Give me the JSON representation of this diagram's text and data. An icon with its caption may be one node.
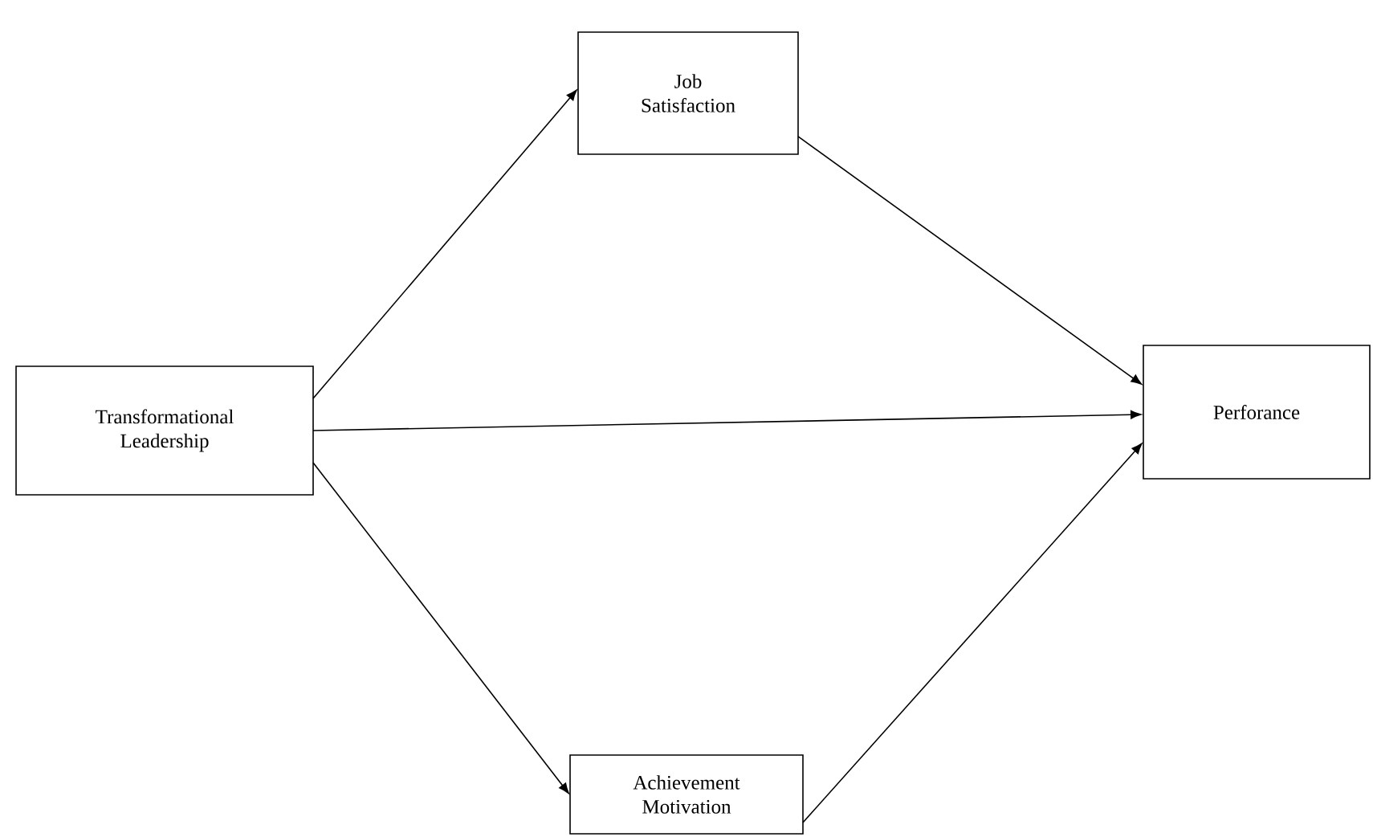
{
  "diagram": {
    "nodes": [
      {
        "text": [
          "Transformational Leadership"
        ]
      },
      {
        "text": [
          "Job Satisfaction"
        ]
      },
      {
        "text": [
          "Perforance"
        ]
      },
      {
        "text": [
          "Achievement Motivation"
        ]
      }
    ],
    "edges": [
      {
        "from": 0,
        "to": 1,
        "arrow": "to"
      },
      {
        "from": 0,
        "to": 2,
        "arrow": "to"
      },
      {
        "from": 0,
        "to": 3,
        "arrow": "to"
      },
      {
        "from": 1,
        "to": 2,
        "arrow": "to"
      },
      {
        "from": 3,
        "to": 2,
        "arrow": "to"
      }
    ]
  }
}
